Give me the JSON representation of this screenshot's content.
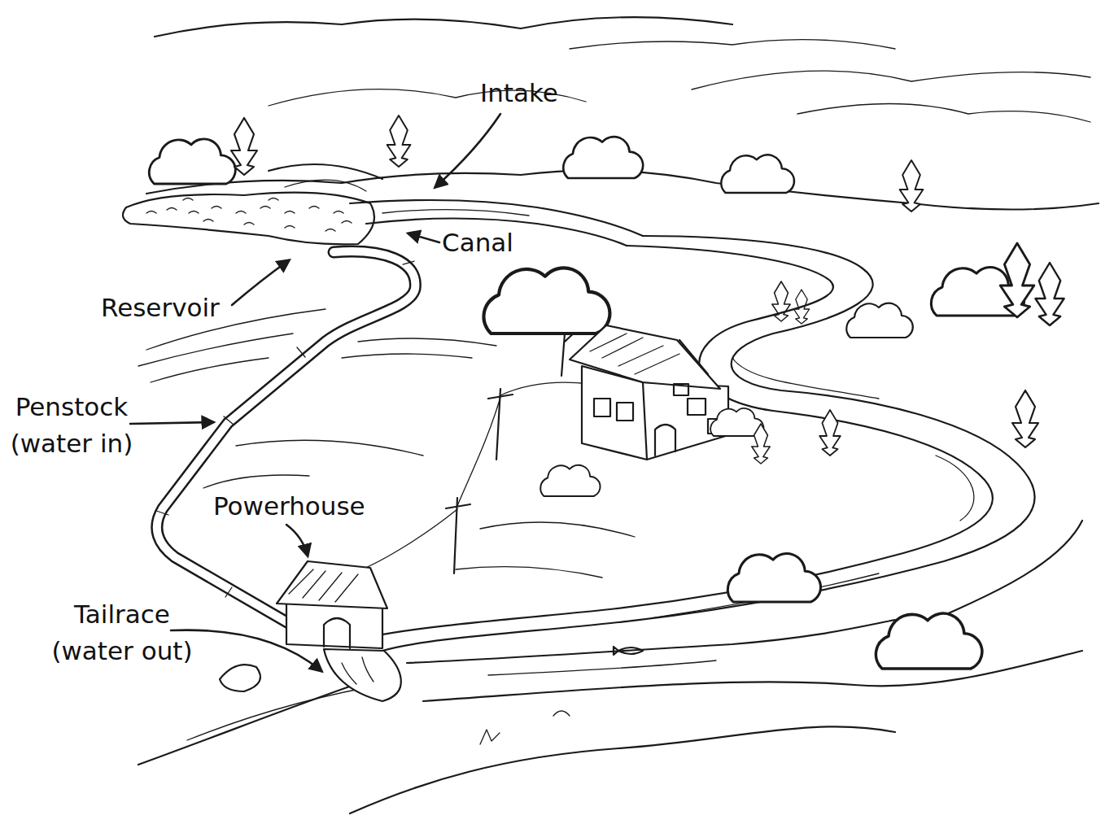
{
  "diagram": {
    "labels": [
      "Intake",
      "Canal",
      "Reservoir",
      "Penstock (water in)",
      "Powerhouse",
      "Tailrace (water out)"
    ]
  }
}
